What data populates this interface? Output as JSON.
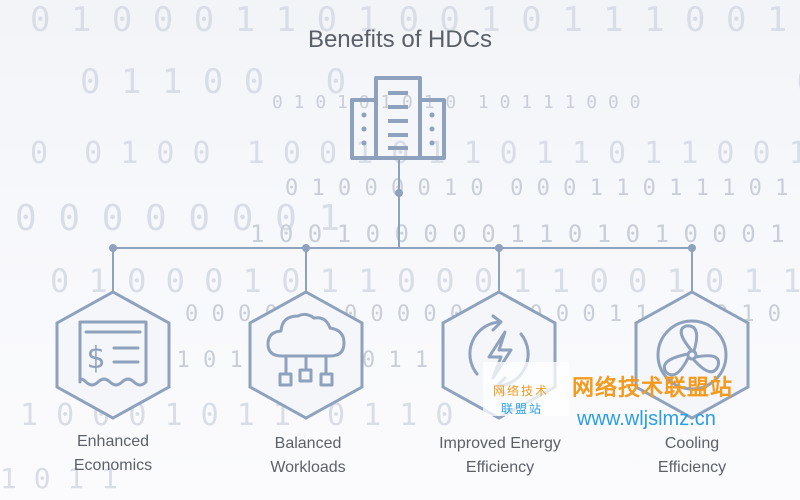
{
  "title": "Benefits of HDCs",
  "icons": {
    "top": "building-icon",
    "economics": "receipt-dollar-icon",
    "workloads": "cloud-network-icon",
    "energy": "lightning-cycle-icon",
    "cooling": "fan-icon"
  },
  "benefits": [
    {
      "line1": "Enhanced",
      "line2": "Economics"
    },
    {
      "line1": "Balanced",
      "line2": "Workloads"
    },
    {
      "line1": "Improved Energy",
      "line2": "Efficiency"
    },
    {
      "line1": "Cooling",
      "line2": "Efficiency"
    }
  ],
  "watermark": {
    "small_line1": "网络技术",
    "small_line2": "联盟站",
    "brand": "网络技术联盟站",
    "url": "www.wljslmz.cn"
  },
  "colors": {
    "line": "#8ea2bd",
    "icon": "#8ea2bd",
    "title": "#5a5f68",
    "watermark_orange": "#f39a1f",
    "watermark_blue": "#2b9ee6"
  }
}
